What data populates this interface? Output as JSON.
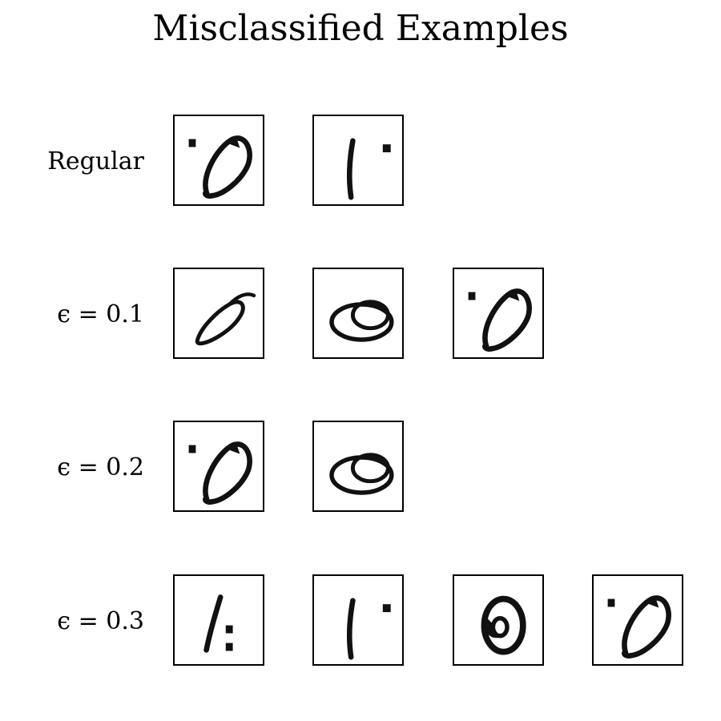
{
  "title": "Misclassified Examples",
  "rows": [
    {
      "label": "Regular",
      "glyphs": [
        "zero-slanted-dot",
        "one-with-dot"
      ]
    },
    {
      "label": "ϵ = 0.1",
      "glyphs": [
        "zero-thin-slanted",
        "zero-double-loop",
        "zero-slanted-dot"
      ]
    },
    {
      "label": "ϵ = 0.2",
      "glyphs": [
        "zero-slanted-dot",
        "zero-double-loop"
      ]
    },
    {
      "label": "ϵ = 0.3",
      "glyphs": [
        "one-with-dots",
        "one-with-dot",
        "zero-bold-round",
        "zero-slanted-dot"
      ]
    }
  ]
}
